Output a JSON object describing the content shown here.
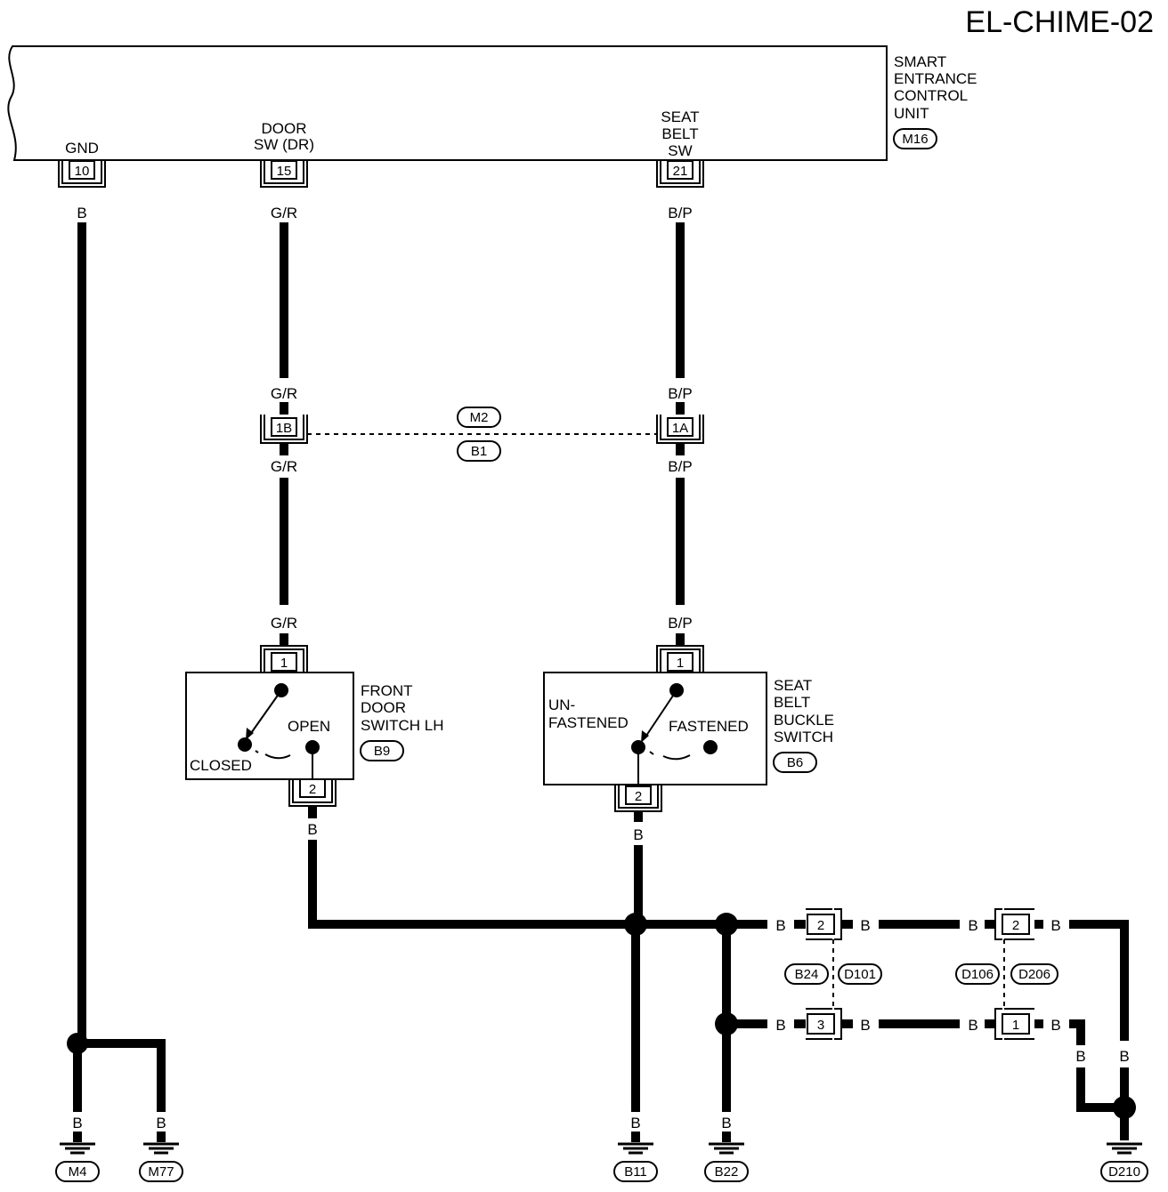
{
  "title": "EL-CHIME-02",
  "unit": {
    "name_lines": [
      "SMART",
      "ENTRANCE",
      "CONTROL",
      "UNIT"
    ],
    "connector": "M16",
    "terminals": [
      {
        "pin": "10",
        "label_lines": [
          "GND"
        ],
        "wire": "B"
      },
      {
        "pin": "15",
        "label_lines": [
          "DOOR",
          "SW (DR)"
        ],
        "wire": "G/R"
      },
      {
        "pin": "21",
        "label_lines": [
          "SEAT",
          "BELT",
          "SW"
        ],
        "wire": "B/P"
      }
    ]
  },
  "joint_connector": {
    "upper": "M2",
    "lower": "B1",
    "pin_left": "1B",
    "pin_right": "1A",
    "wire_left": "G/R",
    "wire_right": "B/P"
  },
  "front_door_switch": {
    "name_lines": [
      "FRONT",
      "DOOR",
      "SWITCH LH"
    ],
    "connector": "B9",
    "pin_in": "1",
    "pin_out": "2",
    "states": [
      "CLOSED",
      "OPEN"
    ],
    "wire_in": "G/R",
    "wire_out": "B"
  },
  "seat_belt_switch": {
    "name_lines": [
      "SEAT",
      "BELT",
      "BUCKLE",
      "SWITCH"
    ],
    "connector": "B6",
    "pin_in": "1",
    "pin_out": "2",
    "states": [
      "UN-",
      "FASTENED",
      "FASTENED"
    ],
    "wire_in": "B/P",
    "wire_out": "B"
  },
  "inline_connectors": {
    "left": {
      "codes": [
        "B24",
        "D101"
      ],
      "pins": [
        "2",
        "3"
      ]
    },
    "right": {
      "codes": [
        "D106",
        "D206"
      ],
      "pins": [
        "2",
        "1"
      ]
    }
  },
  "wire_color": "B",
  "grounds": [
    "M4",
    "M77",
    "B11",
    "B22",
    "D210"
  ]
}
